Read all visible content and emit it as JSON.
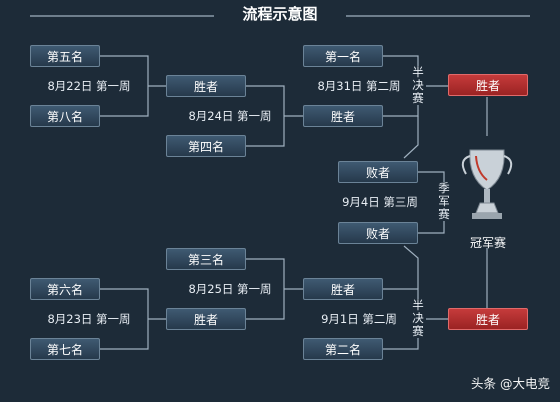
{
  "title": "流程示意图",
  "groups": [
    {
      "top": "第五名",
      "date": "8月22日  第一周",
      "bottom": "第八名"
    },
    {
      "top": "胜者",
      "date": "8月24日  第一周",
      "bottom": "第四名"
    },
    {
      "top": "第一名",
      "date": "8月31日  第二周",
      "bottom": "胜者",
      "stage": "半决赛"
    },
    {
      "top": "败者",
      "date": "9月4日  第三周",
      "bottom": "败者",
      "stage": "季军赛"
    },
    {
      "top": "第三名",
      "date": "8月25日  第一周",
      "bottom": "胜者"
    },
    {
      "top": "第六名",
      "date": "8月23日  第一周",
      "bottom": "第七名"
    },
    {
      "top": "胜者",
      "date": "9月1日  第二周",
      "bottom": "第二名",
      "stage": "半决赛"
    }
  ],
  "finals": {
    "top_winner": "胜者",
    "bottom_winner": "胜者",
    "label": "冠军赛",
    "trophy_icon": "trophy-icon"
  },
  "watermark": "头条 @大电竞"
}
